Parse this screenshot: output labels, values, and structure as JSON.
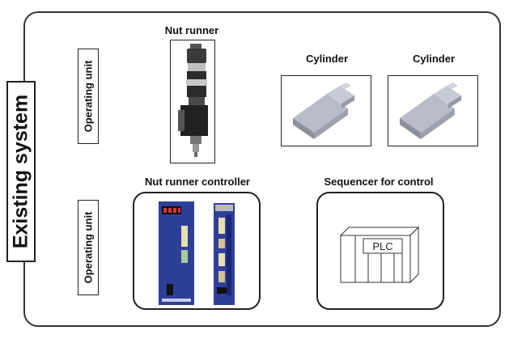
{
  "system": {
    "label": "Existing system"
  },
  "operating_units": [
    {
      "label": "Operating unit"
    },
    {
      "label": "Operating unit"
    }
  ],
  "devices": {
    "nut_runner": {
      "label": "Nut runner",
      "icon": "nut-runner-icon"
    },
    "cylinder_1": {
      "label": "Cylinder",
      "icon": "cylinder-icon"
    },
    "cylinder_2": {
      "label": "Cylinder",
      "icon": "cylinder-icon"
    },
    "nut_runner_controller": {
      "label": "Nut runner controller",
      "icon": "controller-icon"
    },
    "sequencer": {
      "label": "Sequencer for control",
      "icon": "plc-icon",
      "plc_text": "PLC"
    }
  },
  "colors": {
    "frame": "#333333",
    "cylinder_body": "#a7aab6",
    "controller_blue": "#2e3f9a",
    "nut_runner_dark": "#2a2a2a"
  }
}
